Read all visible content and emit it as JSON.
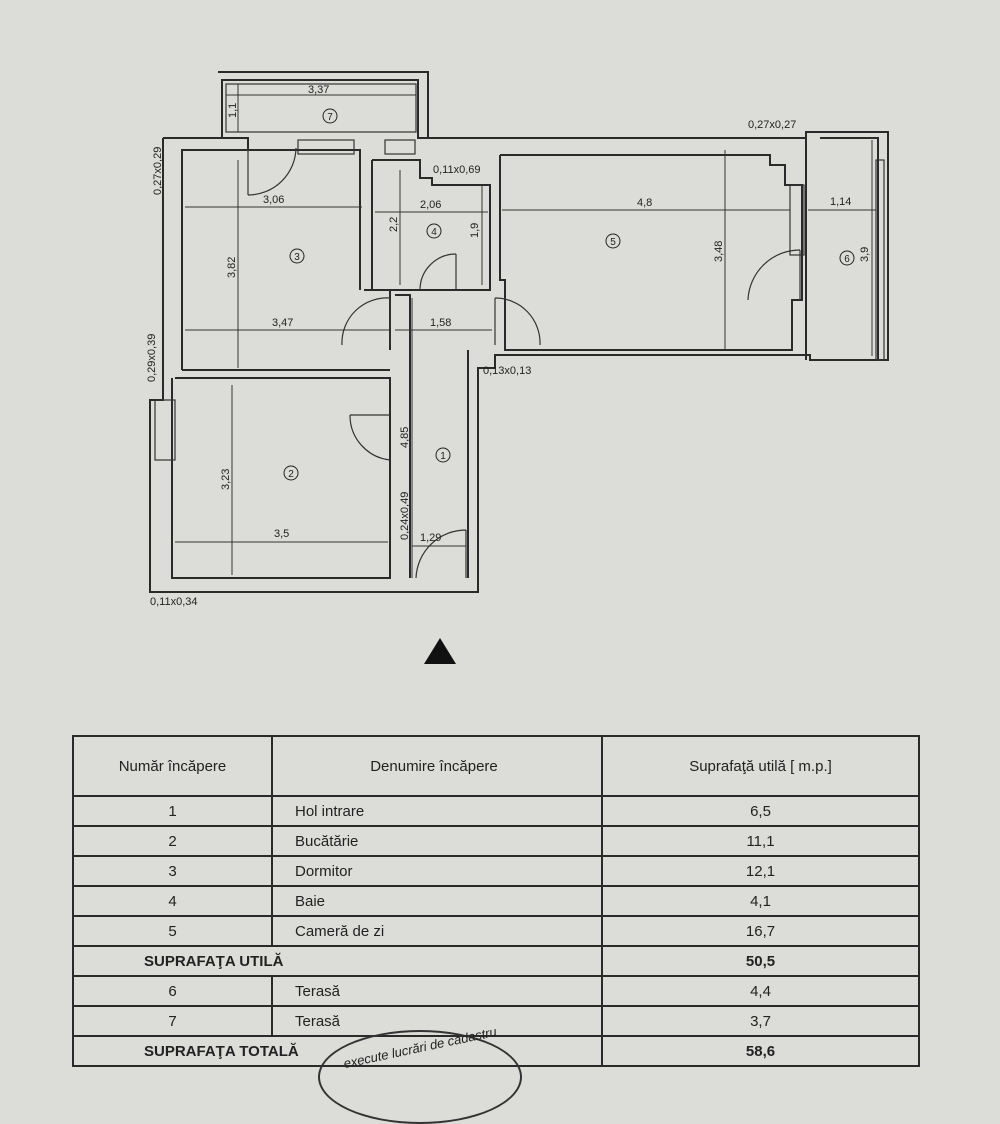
{
  "plan": {
    "rooms": [
      {
        "id": "room-1",
        "number": "1"
      },
      {
        "id": "room-2",
        "number": "2"
      },
      {
        "id": "room-3",
        "number": "3"
      },
      {
        "id": "room-4",
        "number": "4"
      },
      {
        "id": "room-5",
        "number": "5"
      },
      {
        "id": "room-6",
        "number": "6"
      },
      {
        "id": "room-7",
        "number": "7"
      }
    ],
    "dimensions": {
      "d_337": "3,37",
      "d_11": "1,1",
      "d_027a": "0,27x0,29",
      "d_027b": "0,27x0,27",
      "d_306": "3,06",
      "d_382": "3,82",
      "d_347": "3,47",
      "d_22": "2,2",
      "d_206": "2,06",
      "d_19": "1,9",
      "d_011": "0,11x0,69",
      "d_48": "4,8",
      "d_348": "3,48",
      "d_114": "1,14",
      "d_39": "3,9",
      "d_029": "0,29x0,39",
      "d_158": "1,58",
      "d_013": "0,13x0,13",
      "d_485": "4,85",
      "d_323": "3,23",
      "d_35": "3,5",
      "d_024": "0,24x0,49",
      "d_129": "1,29",
      "d_0113": "0,11x0,34"
    }
  },
  "table": {
    "header": {
      "col1": "Număr încăpere",
      "col2": "Denumire încăpere",
      "col3": "Suprafaţă utilă [ m.p.]"
    },
    "rows": [
      {
        "num": "1",
        "name": "Hol intrare",
        "area": "6,5"
      },
      {
        "num": "2",
        "name": "Bucătărie",
        "area": "11,1"
      },
      {
        "num": "3",
        "name": "Dormitor",
        "area": "12,1"
      },
      {
        "num": "4",
        "name": "Baie",
        "area": "4,1"
      },
      {
        "num": "5",
        "name": "Cameră de zi",
        "area": "16,7"
      }
    ],
    "useful": {
      "label": "SUPRAFAŢA UTILĂ",
      "value": "50,5"
    },
    "rows2": [
      {
        "num": "6",
        "name": "Terasă",
        "area": "4,4"
      },
      {
        "num": "7",
        "name": "Terasă",
        "area": "3,7"
      }
    ],
    "total": {
      "label": "SUPRAFAŢA TOTALĂ",
      "value": "58,6"
    }
  },
  "stamp_text": "execute lucrări de cadastru"
}
